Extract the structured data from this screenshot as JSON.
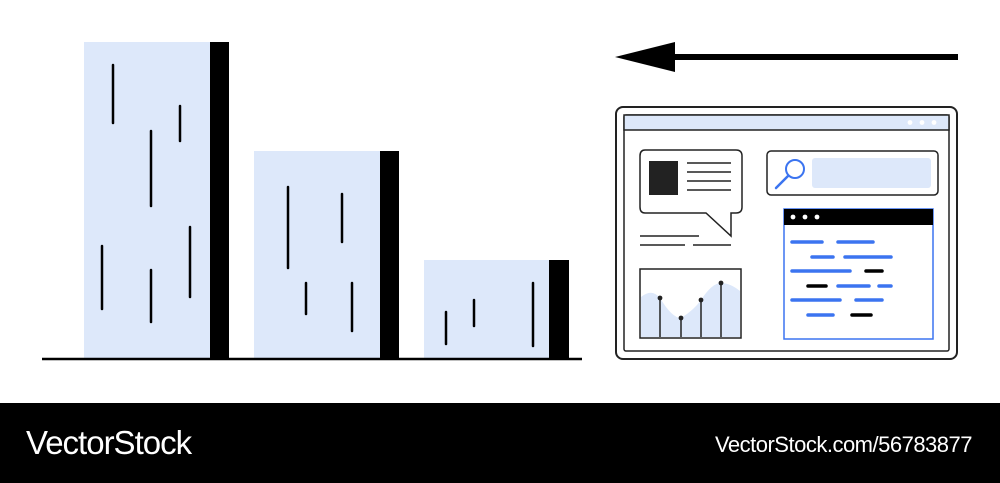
{
  "colors": {
    "fill": "#dde8fa",
    "ink": "#000000",
    "accent": "#3b74f0",
    "panel": "#222222",
    "footer_bg": "#000000",
    "footer_text": "#ffffff"
  },
  "illustration": {
    "icons": [
      "bar-chart-illustration",
      "arrow-left-icon",
      "browser-window-icon",
      "search-icon",
      "code-window-icon",
      "chat-bubble-icon",
      "line-chart-icon"
    ]
  },
  "footer": {
    "brand": "VectorStock",
    "stock_id": "VectorStock.com/56783877"
  }
}
